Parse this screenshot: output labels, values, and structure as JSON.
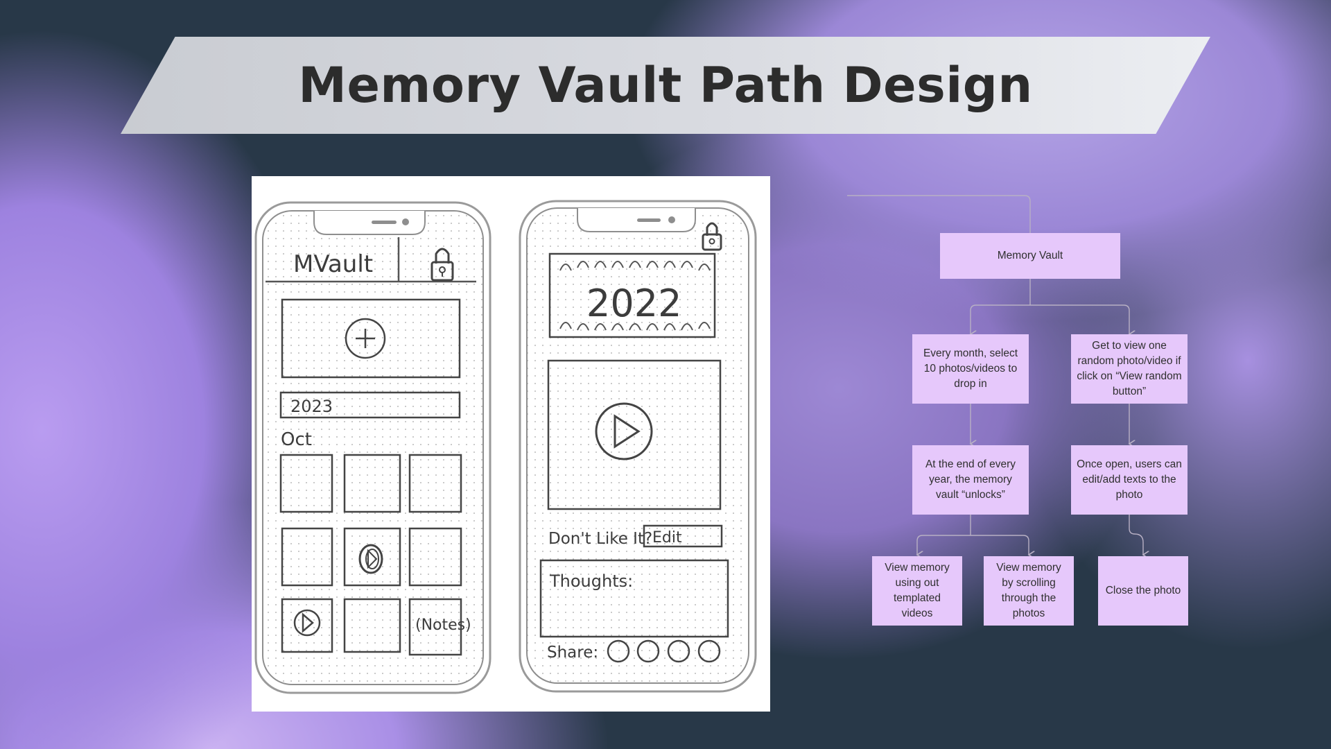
{
  "title": "Memory Vault Path Design",
  "sketch": {
    "screen1": {
      "app_name": "MVault",
      "year": "2023",
      "month": "Oct",
      "notes_label": "(Notes)"
    },
    "screen2": {
      "year_banner": "2022",
      "dislike_label": "Don't Like It?",
      "edit_label": "Edit",
      "thoughts_label": "Thoughts:",
      "share_label": "Share:"
    }
  },
  "flow": {
    "nodes": {
      "root": "Memory Vault",
      "select": "Every month, select 10 photos/videos to drop in",
      "random": "Get to view one random photo/video if click on “View random button”",
      "unlock": "At the end of every year, the memory vault “unlocks”",
      "edit": "Once open, users can edit/add texts to the photo",
      "templated": "View memory using out templated videos",
      "scrolling": "View memory by scrolling through the photos",
      "close": "Close the photo"
    },
    "colors": {
      "node_fill": "#e6c8fb",
      "connector": "#b8b0c4"
    }
  }
}
